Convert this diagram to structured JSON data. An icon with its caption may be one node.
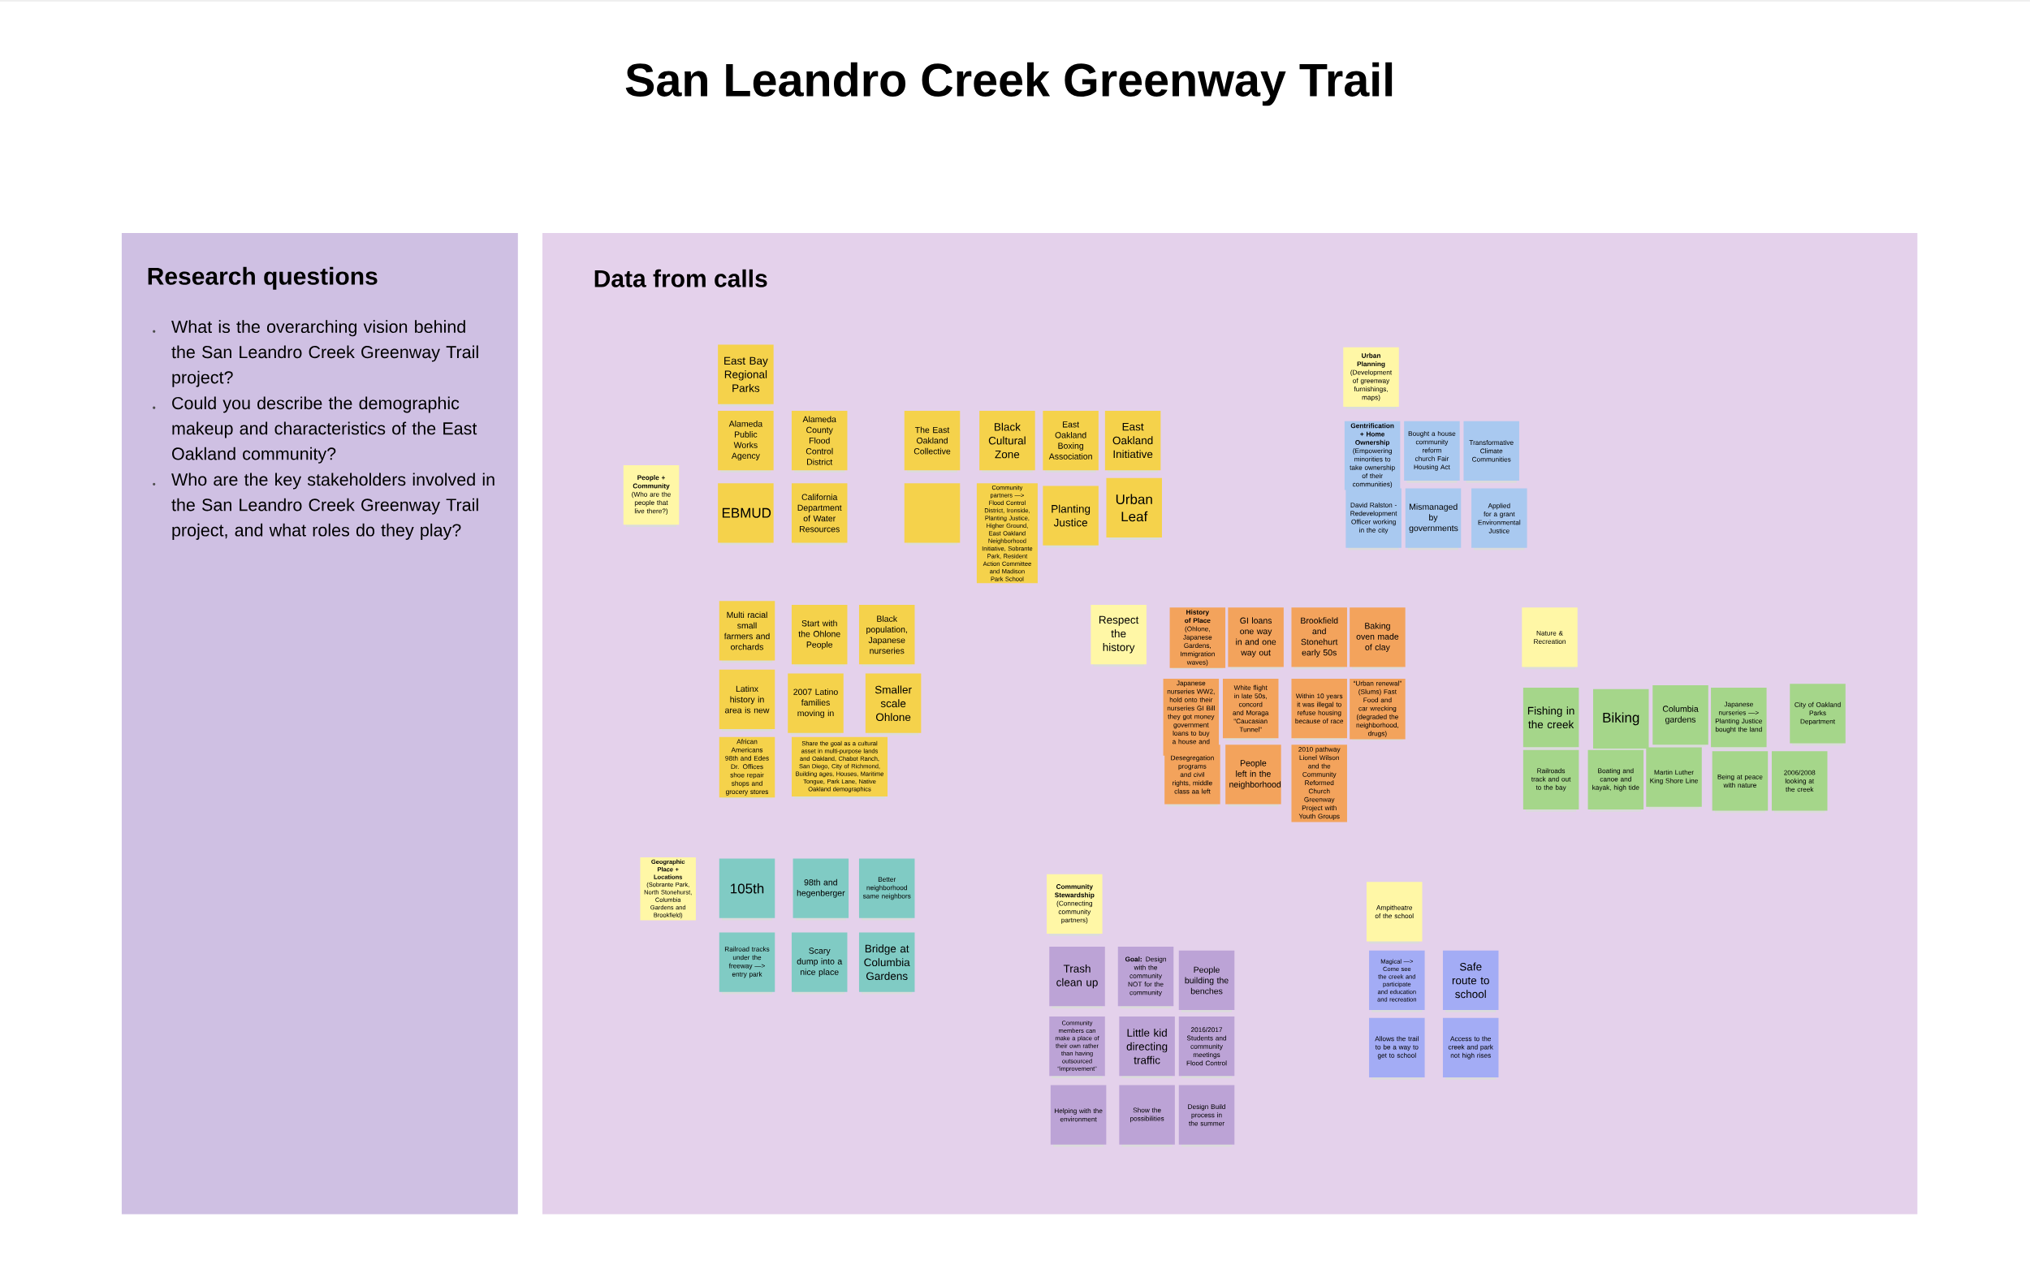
{
  "diagram": {
    "title": "San Leandro Creek Greenway Trail",
    "nodes": [
      {
        "text": [
          "Research questions",
          "What is the overarching vision behind the San Leandro Creek Greenway Trail project?",
          "Could you describe the demographic makeup and characteristics of the East Oakland community?",
          "Who are the key stakeholders involved in the San Leandro Creek Greenway Trail project, and what roles do they play?"
        ]
      },
      {
        "text": [
          "Data from calls"
        ]
      },
      {
        "text": [
          "People + Community",
          "(Who are the people that live there?)"
        ],
        "in": 1
      },
      {
        "text": [
          "East Bay Regional Parks"
        ],
        "in": 1
      },
      {
        "text": [
          "Alameda Public Works Agency"
        ],
        "in": 1
      },
      {
        "text": [
          "Alameda County Flood Control District"
        ],
        "in": 1
      },
      {
        "text": [
          "EBMUD"
        ],
        "in": 1
      },
      {
        "text": [
          "California Department of Water Resources"
        ],
        "in": 1
      },
      {
        "text": [
          "The East Oakland Collective"
        ],
        "in": 1
      },
      {
        "text": [
          "Black Cultural Zone"
        ],
        "in": 1
      },
      {
        "text": [
          "East Oakland Boxing Association"
        ],
        "in": 1
      },
      {
        "text": [
          "East Oakland Initiative"
        ],
        "in": 1
      },
      {
        "text": [],
        "shape": "box",
        "in": 1
      },
      {
        "text": [
          "Community partners —> Flood Control District, Ironside, Planting Justice, Higher Ground, East Oakland Neighborhood Initiative, Sobrante Park, Resident Action Committee and Madison Park School"
        ],
        "in": 1
      },
      {
        "text": [
          "Planting Justice"
        ],
        "in": 1
      },
      {
        "text": [
          "Urban Leaf"
        ],
        "in": 1
      },
      {
        "text": [
          "Urban Planning",
          "(Development of greenway furnishings, maps)"
        ],
        "in": 1
      },
      {
        "text": [
          "Gentrification + Home Ownership",
          "(Empowering minorities to take ownership of their communities)"
        ],
        "in": 1
      },
      {
        "text": [
          "Bought a house community reform church Fair Housing Act"
        ],
        "in": 1
      },
      {
        "text": [
          "Transformative Climate Communities"
        ],
        "in": 1
      },
      {
        "text": [
          "David Ralston - Redevelopment Officer working in the city"
        ],
        "in": 1
      },
      {
        "text": [
          "Mismanaged by governments"
        ],
        "in": 1
      },
      {
        "text": [
          "Applied for a grant Environmental Justice"
        ],
        "in": 1
      },
      {
        "text": [
          "Multi racial small farmers and orchards"
        ],
        "in": 1
      },
      {
        "text": [
          "Start with the Ohlone People"
        ],
        "in": 1
      },
      {
        "text": [
          "Black population, Japanese nurseries"
        ],
        "in": 1
      },
      {
        "text": [
          "Latinx history in area is new"
        ],
        "in": 1
      },
      {
        "text": [
          "2007 Latino families moving in"
        ],
        "in": 1
      },
      {
        "text": [
          "Smaller scale Ohlone"
        ],
        "in": 1
      },
      {
        "text": [
          "African Americans 98th and Edes Dr. Offices shoe repair shops and grocery stores"
        ],
        "in": 1
      },
      {
        "text": [
          "Share the goal as a cultural asset in multi-purpose lands and Oakland, Chabot Ranch, San Diego, City of Richmond, Building ages, Houses, Maritime Tongue, Park Lane, Native Oakland demographics"
        ],
        "in": 1
      },
      {
        "text": [
          "Respect the history"
        ],
        "in": 1
      },
      {
        "text": [
          "History of Place",
          "(Ohlone, Japanese Gardens, Immigration waves)"
        ],
        "in": 1
      },
      {
        "text": [
          "GI loans one way in and one way out"
        ],
        "in": 1
      },
      {
        "text": [
          "Brookfield and Stonehurt early 50s"
        ],
        "in": 1
      },
      {
        "text": [
          "Baking oven made of clay"
        ],
        "in": 1
      },
      {
        "text": [
          "Japanese nurseries WW2, hold onto their nurseries GI Bill they got money government loans to buy a house and redlining"
        ],
        "in": 1
      },
      {
        "text": [
          "White flight in late 50s, concord and Moraga “Caucasian Tunnel”"
        ],
        "in": 1
      },
      {
        "text": [
          "Within 10 years it was illegal to refuse housing because of race"
        ],
        "in": 1
      },
      {
        "text": [
          "“Urban renewal” (Slums) Fast Food and car wrecking (degraded the neighborhood, drugs)"
        ],
        "in": 1
      },
      {
        "text": [
          "Desegregation programs and civil rights, middle class aa left"
        ],
        "in": 1
      },
      {
        "text": [
          "People left in the neighborhood"
        ],
        "in": 1
      },
      {
        "text": [
          "2010 pathway Lionel Wilson and the Community Reformed Church Greenway Project with Youth Groups"
        ],
        "in": 1
      },
      {
        "text": [
          "Nature & Recreation"
        ],
        "in": 1
      },
      {
        "text": [
          "Fishing in the creek"
        ],
        "in": 1
      },
      {
        "text": [
          "Biking"
        ],
        "in": 1
      },
      {
        "text": [
          "Columbia gardens"
        ],
        "in": 1
      },
      {
        "text": [
          "Japanese nurseries —> Planting Justice bought the land"
        ],
        "in": 1
      },
      {
        "text": [
          "City of Oakland Parks Department"
        ],
        "in": 1
      },
      {
        "text": [
          "Railroads track and out to the bay"
        ],
        "in": 1
      },
      {
        "text": [
          "Boating and canoe and kayak, high tide"
        ],
        "in": 1
      },
      {
        "text": [
          "Martin Luther King Shore Line"
        ],
        "in": 1
      },
      {
        "text": [
          "Being at peace with nature"
        ],
        "in": 1
      },
      {
        "text": [
          "2006/2008 looking at the creek"
        ],
        "in": 1
      },
      {
        "text": [
          "**Geographic Place + Locations** (Sobrante Park, North Stonehurst, Columbia Gardens and Brookfield)"
        ],
        "in": 1
      },
      {
        "text": [
          "105th"
        ],
        "in": 1
      },
      {
        "text": [
          "98th and hegenberger"
        ],
        "in": 1
      },
      {
        "text": [
          "Better neighborhood same neighbors"
        ],
        "in": 1
      },
      {
        "text": [
          "Railroad tracks under the freeway —> entry park"
        ],
        "in": 1
      },
      {
        "text": [
          "Scary dump into a nice place"
        ],
        "in": 1
      },
      {
        "text": [
          "Bridge at Columbia Gardens"
        ],
        "in": 1
      },
      {
        "text": [
          "Community Stewardship",
          "(Connecting community partners)"
        ],
        "in": 1
      },
      {
        "text": [
          "Trash clean up"
        ],
        "in": 1
      },
      {
        "text": [
          "**Goal:** Design with the community NOT for the community"
        ],
        "in": 1
      },
      {
        "text": [
          "People building the benches"
        ],
        "in": 1
      },
      {
        "text": [
          "Community members can make a place of their own rather than having outsourced “improvement”"
        ],
        "in": 1
      },
      {
        "text": [
          "Little kid directing traffic"
        ],
        "in": 1
      },
      {
        "text": [
          "2016/2017 Students and community meetings Flood Control"
        ],
        "in": 1
      },
      {
        "text": [
          "Helping with the environment"
        ],
        "in": 1
      },
      {
        "text": [
          "Show the possibilities"
        ],
        "in": 1
      },
      {
        "text": [
          "Design Build process in the summer"
        ],
        "in": 1
      },
      {
        "text": [
          "Ampitheatre of the school"
        ],
        "in": 1
      },
      {
        "text": [
          "Magical —> Come see the creek and participate and education and recreation"
        ],
        "in": 1
      },
      {
        "text": [
          "Safe route to school"
        ],
        "in": 1
      },
      {
        "text": [
          "Allows the trail to be a way to get to school"
        ],
        "in": 1
      },
      {
        "text": [
          "Access to the creek and park not high rises"
        ],
        "in": 1
      }
    ]
  }
}
